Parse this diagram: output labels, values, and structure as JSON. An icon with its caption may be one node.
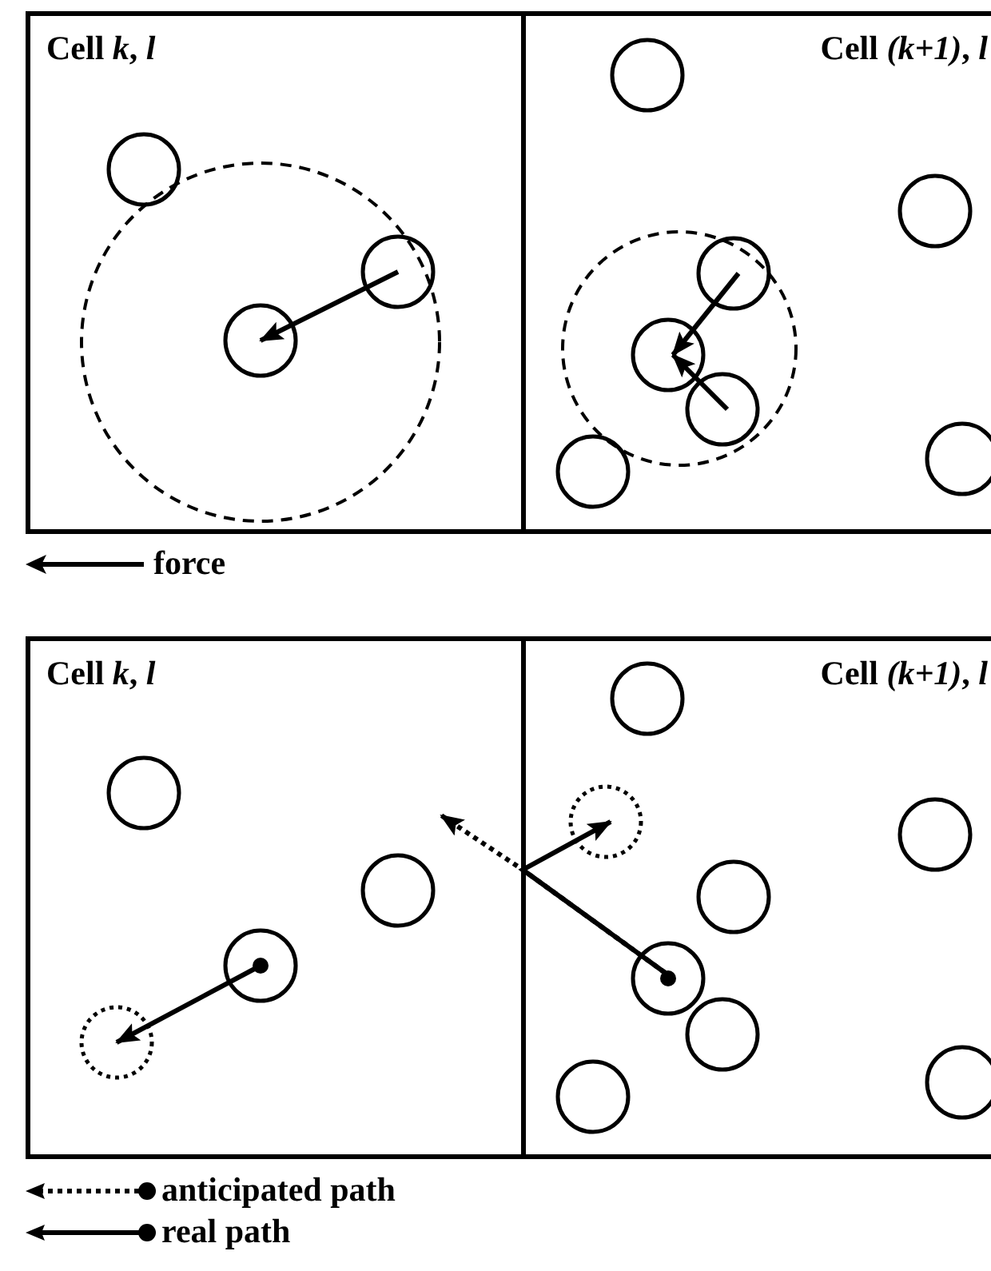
{
  "diagram": {
    "nodes": [
      {
        "text": [
          "Cell *k*, *l*"
        ]
      },
      {
        "text": [],
        "shape": "circle",
        "in": 0
      },
      {
        "text": [],
        "shape": "circle",
        "in": 0
      },
      {
        "text": [],
        "shape": "circle",
        "in": 0
      },
      {
        "text": [
          "Cell *(k+1)*, *l*"
        ]
      },
      {
        "text": [],
        "shape": "circle",
        "in": 4
      },
      {
        "text": [],
        "shape": "circle",
        "in": 4
      },
      {
        "text": [],
        "shape": "circle",
        "in": 4
      },
      {
        "text": [],
        "shape": "circle",
        "in": 4
      },
      {
        "text": [],
        "shape": "circle",
        "in": 4
      },
      {
        "text": [],
        "shape": "circle",
        "in": 4
      },
      {
        "text": [],
        "shape": "circle",
        "in": 4
      },
      {
        "text": [
          "Cell *k*, *l*"
        ]
      },
      {
        "text": [],
        "shape": "circle",
        "in": 12
      },
      {
        "text": [],
        "shape": "circle",
        "in": 12
      },
      {
        "text": [],
        "shape": "circle",
        "in": 12
      },
      {
        "text": [],
        "shape": "circle",
        "in": 12
      },
      {
        "text": [
          "Cell *(k+1)*, *l*"
        ]
      },
      {
        "text": [],
        "shape": "circle",
        "in": 17
      },
      {
        "text": [],
        "shape": "circle",
        "in": 17
      },
      {
        "text": [],
        "shape": "circle",
        "in": 17
      },
      {
        "text": [],
        "shape": "circle",
        "in": 17
      },
      {
        "text": [],
        "shape": "circle",
        "in": 17
      },
      {
        "text": [],
        "shape": "circle",
        "in": 17
      },
      {
        "text": [],
        "shape": "circle",
        "in": 17
      },
      {
        "text": [],
        "shape": "circle",
        "in": 17
      }
    ],
    "edges": [
      {
        "from": 2,
        "to": 3,
        "arrow": "to"
      },
      {
        "from": 7,
        "to": 8,
        "arrow": "to"
      },
      {
        "from": 9,
        "to": 8,
        "arrow": "to"
      },
      {
        "from": 15,
        "to": 16,
        "arrow": "to"
      },
      {
        "from": 22,
        "to": 19,
        "arrow": "to"
      },
      {
        "from": 22,
        "to": null,
        "arrow": "to",
        "style": "dashed"
      }
    ],
    "legend": [
      {
        "text": "force"
      },
      {
        "text": "anticipated path"
      },
      {
        "text": "real path"
      }
    ]
  }
}
